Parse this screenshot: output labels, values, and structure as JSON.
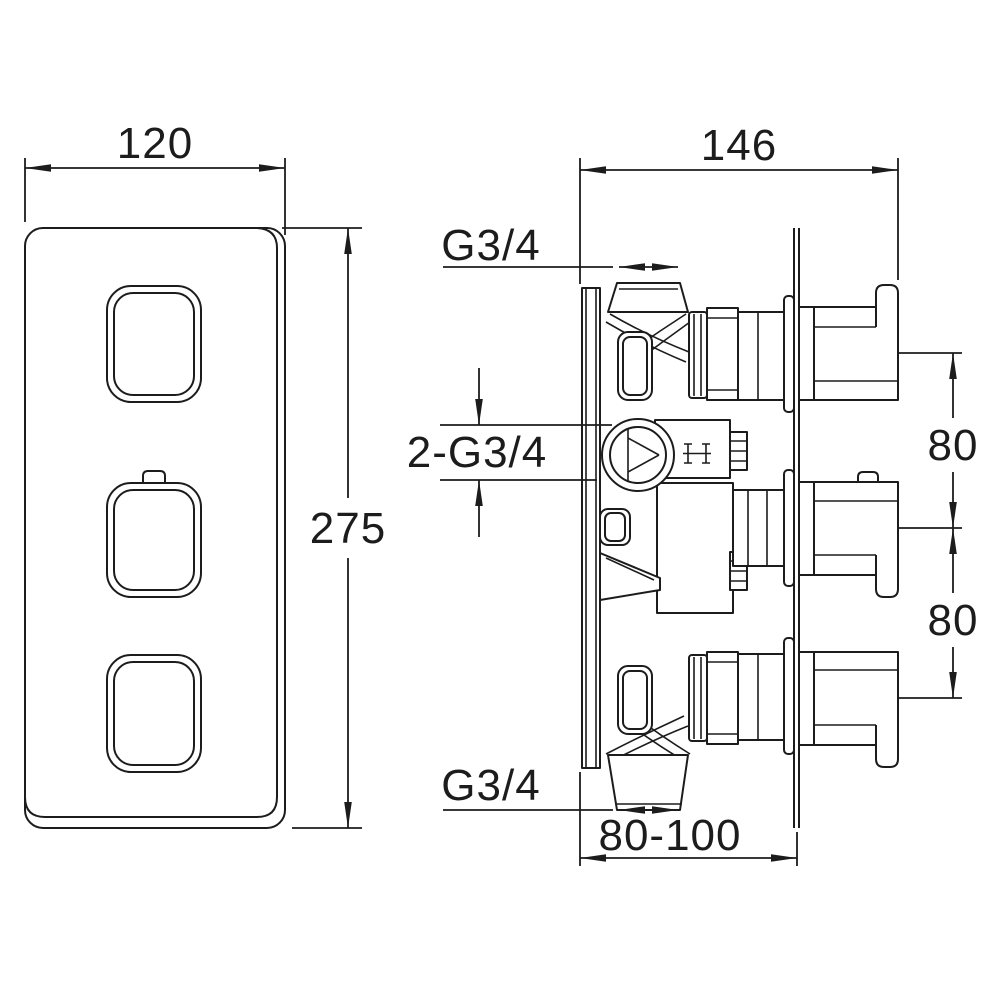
{
  "title": "Concealed thermostatic shower valve dimensioned drawing",
  "views": {
    "front": {
      "dims": {
        "width": "120",
        "height": "275"
      }
    },
    "side": {
      "dims": {
        "width": "146",
        "port_top": "G3/4",
        "ports_side": "2-G3/4",
        "port_bottom": "G3/4",
        "handle_spacing_upper": "80",
        "handle_spacing_lower": "80",
        "install_depth": "80-100"
      }
    }
  },
  "colors": {
    "line": "#1c1c1c",
    "background": "#ffffff"
  }
}
